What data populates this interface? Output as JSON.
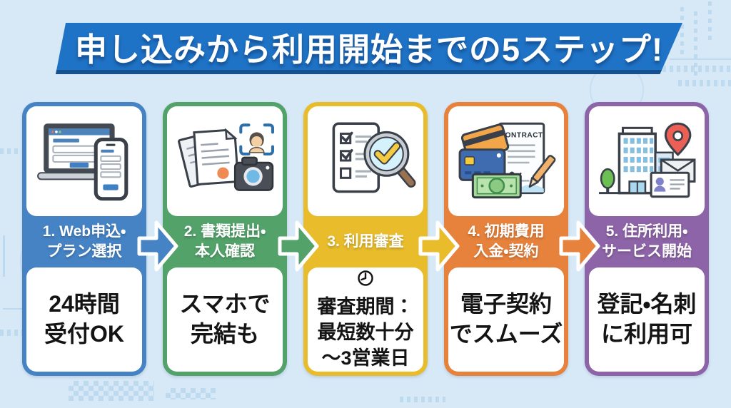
{
  "background": {
    "color": "#d7e9f7",
    "pattern_color": "#a8cde9"
  },
  "banner": {
    "text": "申し込みから利用開始までの5ステップ!",
    "bg_color": "#1f73c6",
    "edge_color": "#16508f",
    "text_color": "#ffffff"
  },
  "steps": [
    {
      "number": "1",
      "color": "#4583c5",
      "icon": "laptop-smartphone-icon",
      "label_lines": [
        "1. Web申込・",
        "プラン選択"
      ],
      "note_lines": [
        "24時間",
        "受付OK"
      ]
    },
    {
      "number": "2",
      "color": "#53a26a",
      "icon": "documents-face-camera-icon",
      "label_lines": [
        "2. 書類提出・",
        "本人確認"
      ],
      "note_lines": [
        "スマホで",
        "完結も"
      ]
    },
    {
      "number": "3",
      "color": "#e8bc2b",
      "icon": "checklist-magnifier-icon",
      "label_lines": [
        "3. 利用審査"
      ],
      "note_icon": "clock-icon",
      "note_lines": [
        "審査期間：",
        "最短数十分",
        "～3営業日"
      ]
    },
    {
      "number": "4",
      "color": "#e6823c",
      "icon": "payment-contract-icon",
      "contract_label": "CONTRACT",
      "label_lines": [
        "4. 初期費用",
        "入金・契約"
      ],
      "note_lines": [
        "電子契約",
        "でスムーズ"
      ]
    },
    {
      "number": "5",
      "color": "#8d64a7",
      "icon": "building-address-pin-icon",
      "label_lines": [
        "5. 住所利用・",
        "サービス開始"
      ],
      "note_lines": [
        "登記・名刺",
        "に利用可"
      ]
    }
  ]
}
